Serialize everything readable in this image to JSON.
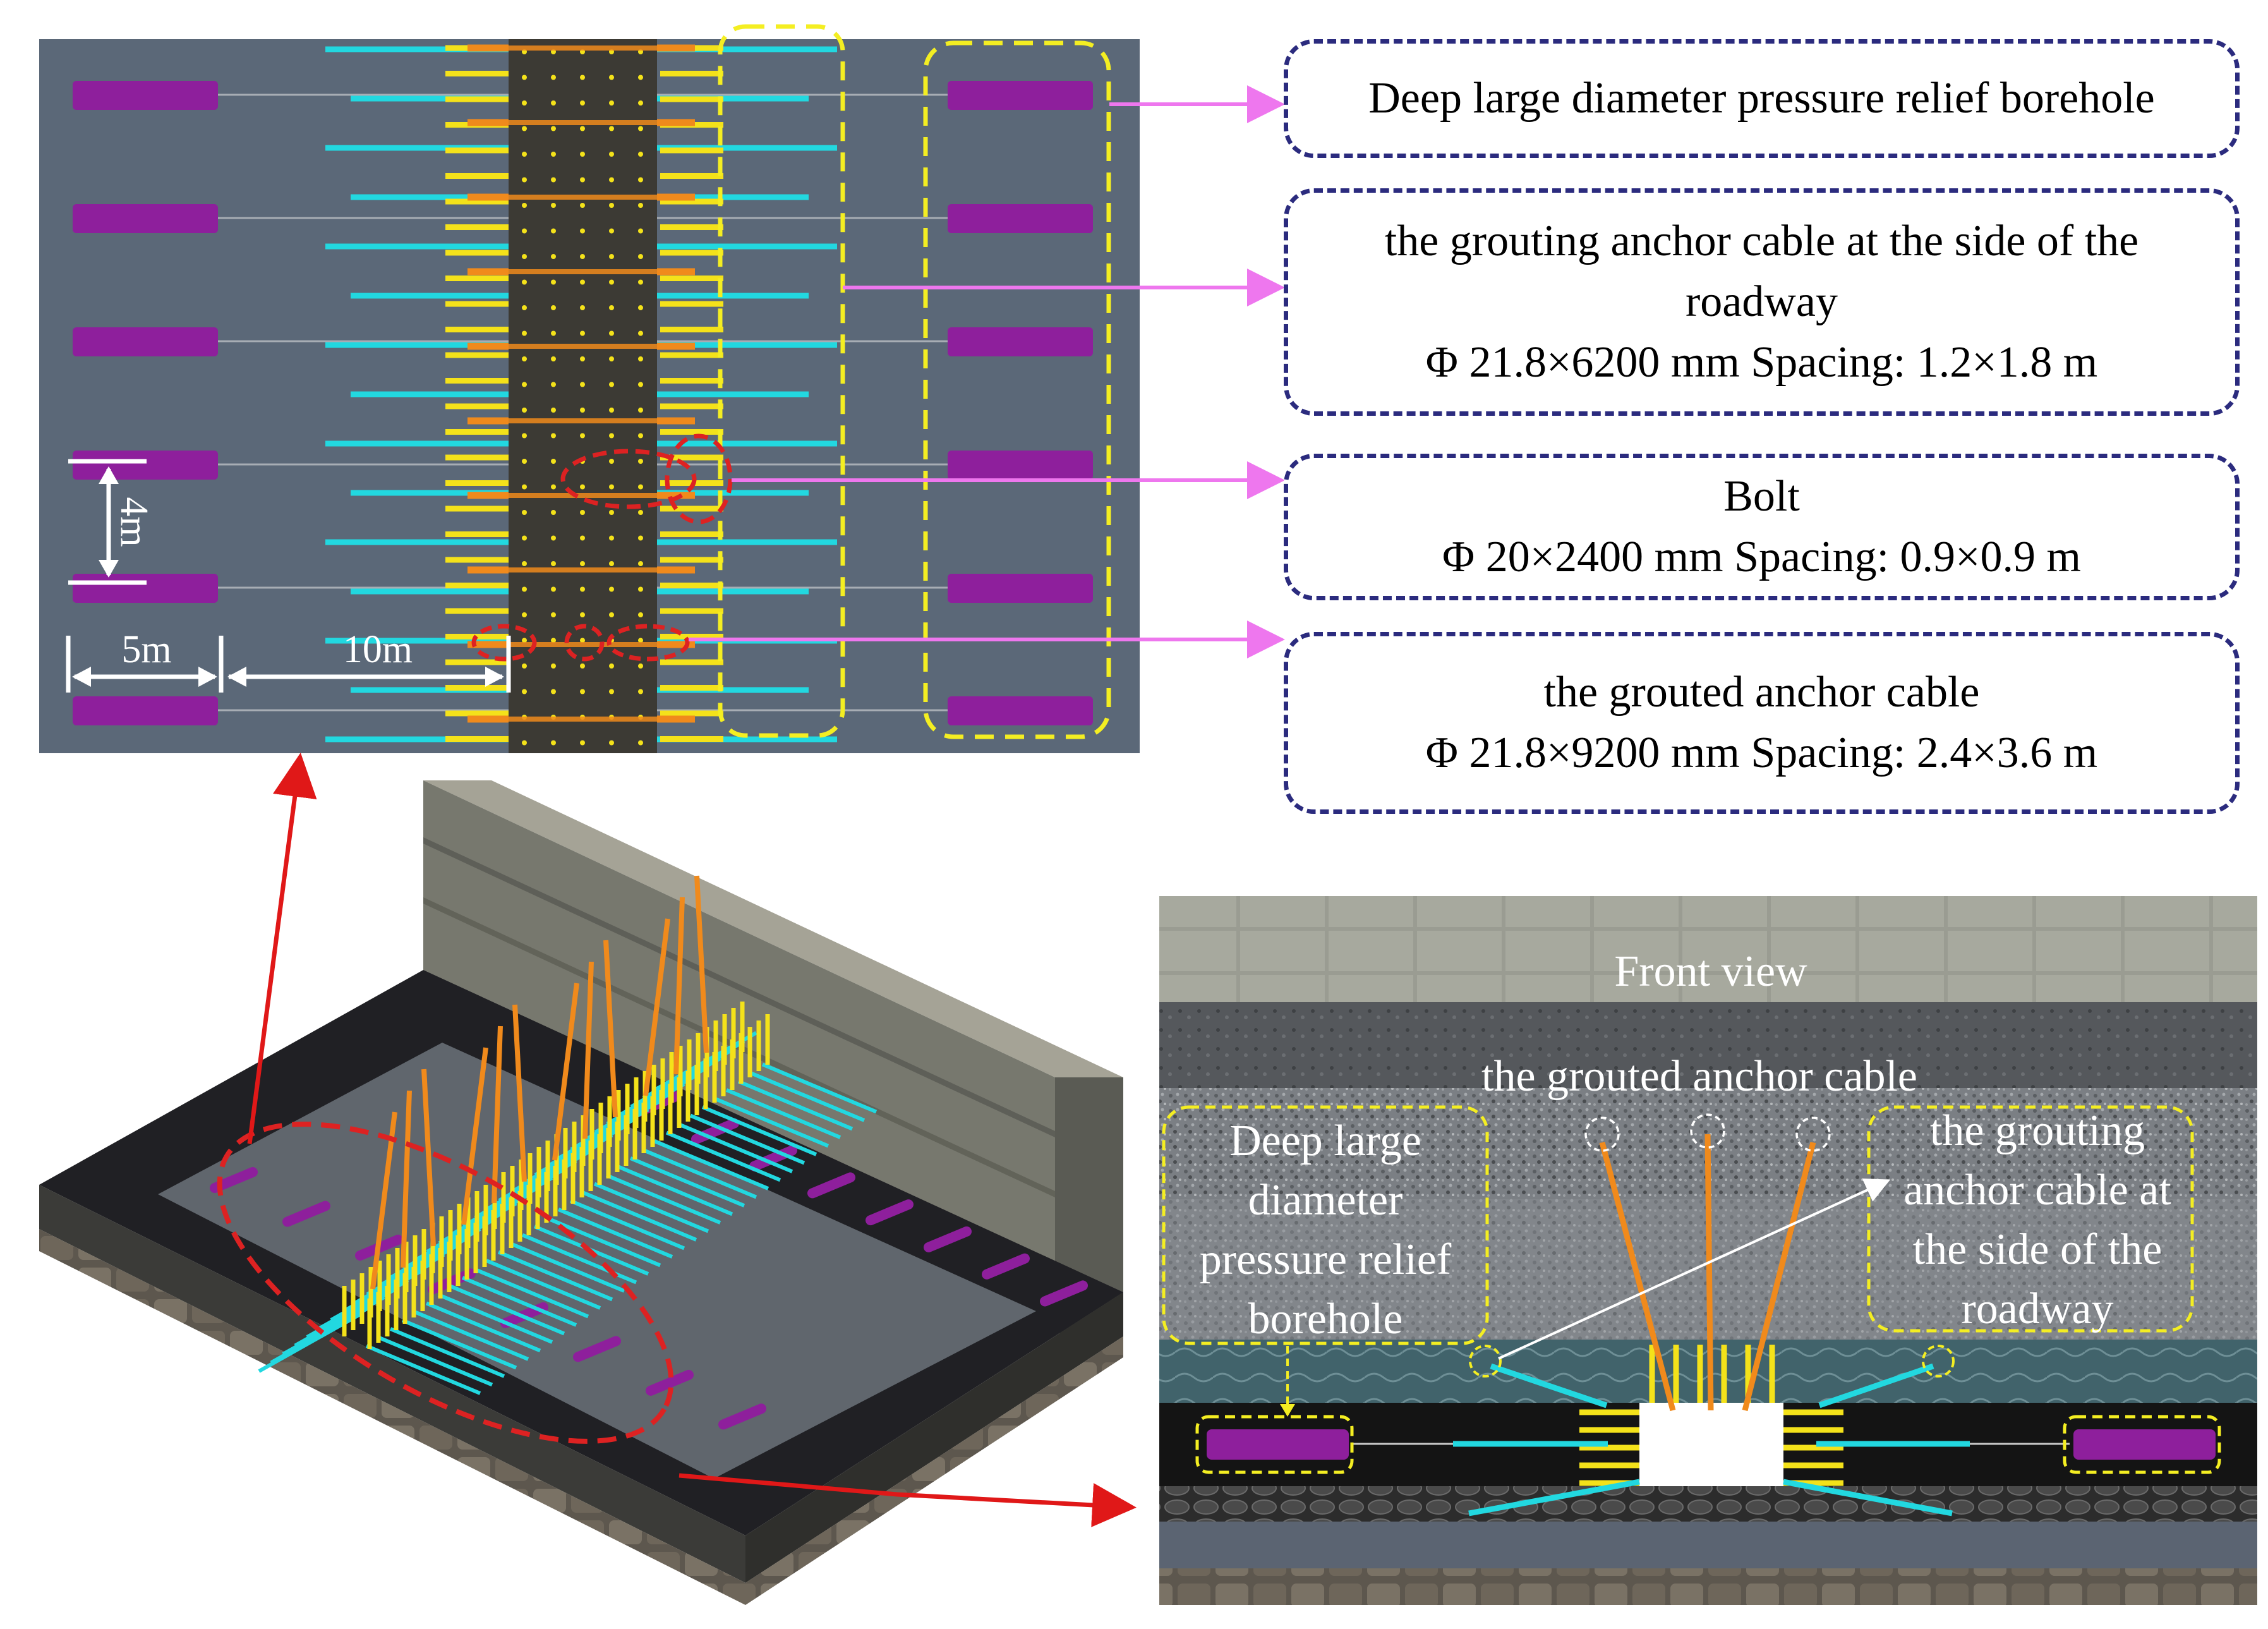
{
  "plan_view": {
    "dim_height": "4m",
    "dim_width_a": "5m",
    "dim_width_b": "10m"
  },
  "callouts": {
    "borehole": {
      "title": "Deep large diameter pressure relief borehole"
    },
    "side_cable": {
      "title_line1": "the grouting anchor cable at the side of the",
      "title_line2": "roadway",
      "spec": "Φ 21.8×6200 mm Spacing: 1.2×1.8 m"
    },
    "bolt": {
      "title": "Bolt",
      "spec": "Φ 20×2400 mm Spacing: 0.9×0.9 m"
    },
    "grouted_cable": {
      "title": "the grouted anchor cable",
      "spec": "Φ 21.8×9200 mm Spacing: 2.4×3.6 m"
    }
  },
  "front_view": {
    "title": "Front view",
    "grouted_cable_label": "the grouted anchor cable",
    "borehole_label": [
      "Deep large",
      "diameter",
      "pressure relief",
      "borehole"
    ],
    "side_cable_label": [
      "the grouting",
      "anchor cable at",
      "the side of the",
      "roadway"
    ]
  },
  "colors": {
    "borehole": "#8e1f9c",
    "side_cable": "#22d8e0",
    "bolt": "#f4e21a",
    "grouted_cable": "#f08a1c",
    "callout_border": "#2b2b7e",
    "connector": "#ee77ee",
    "highlight": "#dd2222",
    "group_outline": "#f4ee22"
  }
}
